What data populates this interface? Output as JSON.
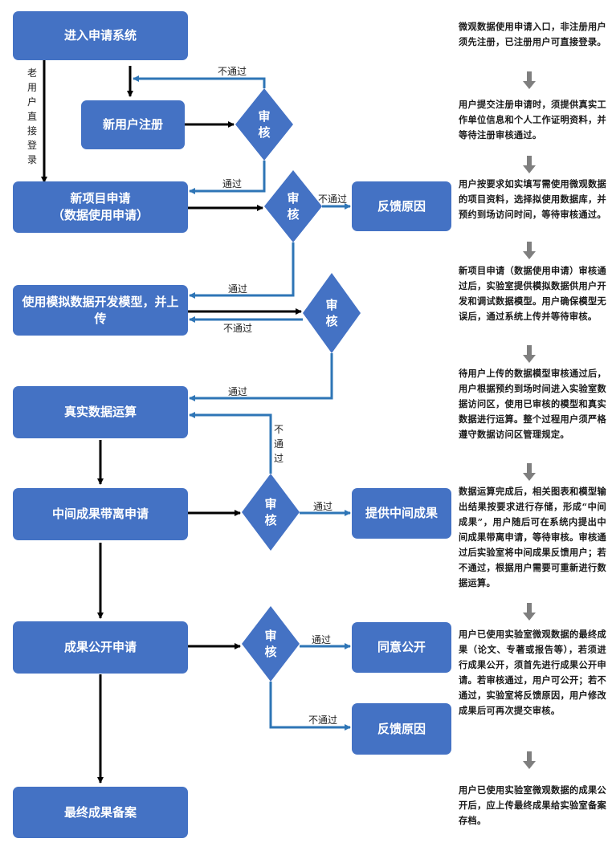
{
  "flow": {
    "boxes": {
      "enter_system": "进入申请系统",
      "new_user_register": "新用户注册",
      "new_project": "新项目申请\n（数据使用申请）",
      "feedback_reason_1": "反馈原因",
      "simulate_model": "使用模拟数据开发模型，并上传",
      "real_compute": "真实数据运算",
      "intermediate_apply": "中间成果带离申请",
      "provide_intermediate": "提供中间成果",
      "publish_apply": "成果公开申请",
      "agree_publish": "同意公开",
      "feedback_reason_2": "反馈原因",
      "final_archive": "最终成果备案"
    },
    "review": "审\n核",
    "old_user": "老用户直接登录",
    "pass": "通过",
    "fail": "不通过",
    "fail_vertical": "不通过"
  },
  "descriptions": [
    "微观数据使用申请入口，非注册用户须先注册，已注册用户可直接登录。",
    "用户提交注册申请时，须提供真实工作单位信息和个人工作证明资料，并等待注册审核通过。",
    "用户按要求如实填写需使用微观数据的项目资料，选择拟使用数据库，并预约到场访问时间，等待审核通过。",
    "新项目申请（数据使用申请）审核通过后，实验室提供模拟数据供用户开发和调试数据模型。用户确保模型无误后，通过系统上传并等待审核。",
    "待用户上传的数据模型审核通过后，用户根据预约到场时间进入实验室数据访问区，使用已审核的模型和真实数据进行运算。整个过程用户须严格遵守数据访问区管理规定。",
    "数据运算完成后，相关图表和模型输出结果按要求进行存储，形成“中间成果”，用户随后可在系统内提出中间成果带离申请，等待审核。审核通过后实验室将中间成果反馈用户；若不通过，根据用户需要可重新进行数据运算。",
    "用户已使用实验室微观数据的最终成果（论文、专著或报告等），若须进行成果公开，须首先进行成果公开申请。若审核通过，用户可公开；若不通过，实验室将反馈原因，用户修改成果后可再次提交审核。",
    "用户已使用实验室微观数据的成果公开后，应上传最终成果给实验室备案存档。"
  ],
  "colors": {
    "box": "#4472C4",
    "arrow_blue": "#2E75B6",
    "arrow_black": "#000000",
    "side_arrow": "#7F7F7F"
  }
}
